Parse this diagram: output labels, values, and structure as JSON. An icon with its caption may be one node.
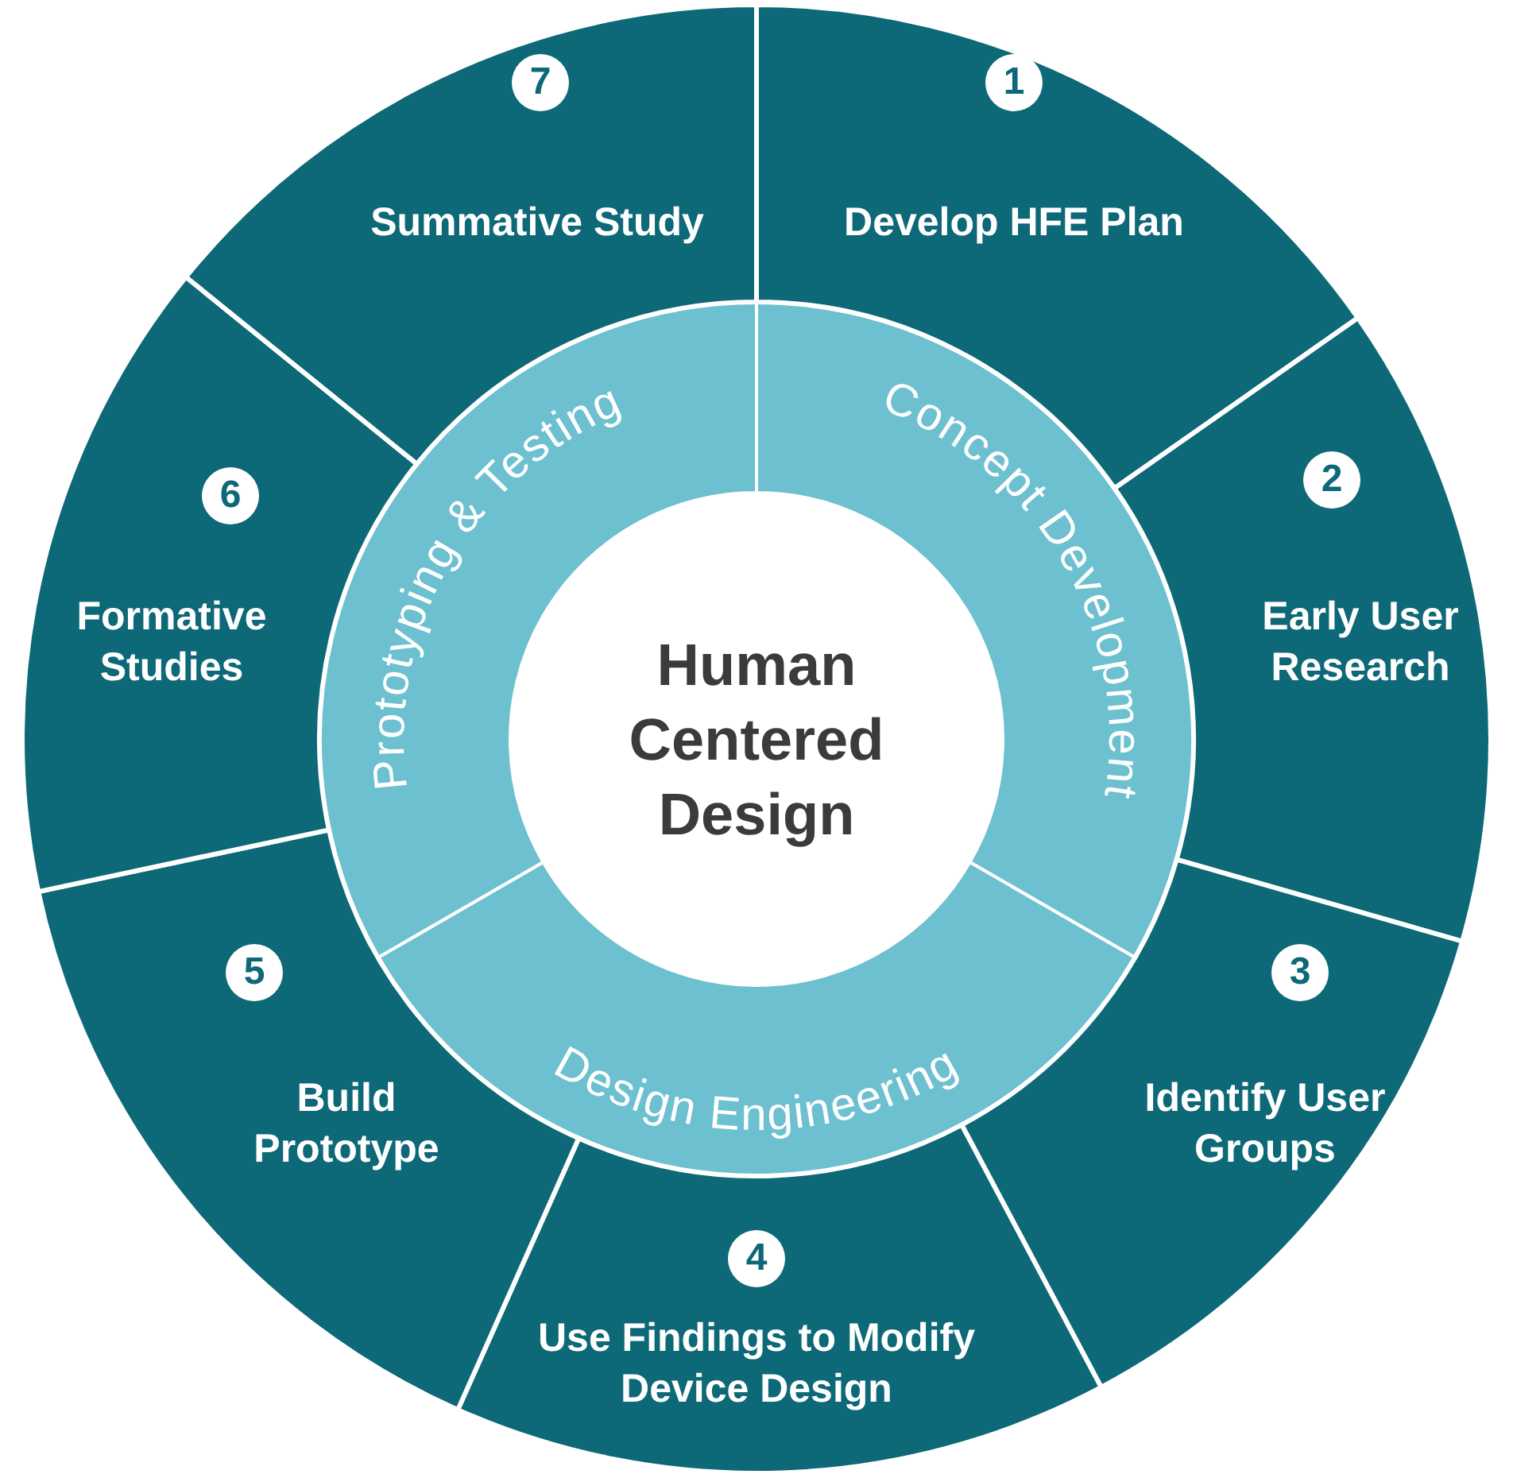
{
  "diagram": {
    "nodes": [
      {
        "text": [
          "Human Centered Design"
        ]
      },
      {
        "text": [
          "Concept Development"
        ]
      },
      {
        "text": [
          "Design Engineering"
        ]
      },
      {
        "text": [
          "Prototyping & Testing"
        ]
      },
      {
        "text": [
          "1",
          "Develop HFE Plan"
        ]
      },
      {
        "text": [
          "2",
          "Early User Research"
        ]
      },
      {
        "text": [
          "3",
          "Identify User Groups"
        ]
      },
      {
        "text": [
          "4",
          "Use Findings to Modify Device Design"
        ]
      },
      {
        "text": [
          "5",
          "Build Prototype"
        ]
      },
      {
        "text": [
          "6",
          "Formative Studies"
        ]
      },
      {
        "text": [
          "7",
          "Summative Study"
        ]
      }
    ]
  }
}
